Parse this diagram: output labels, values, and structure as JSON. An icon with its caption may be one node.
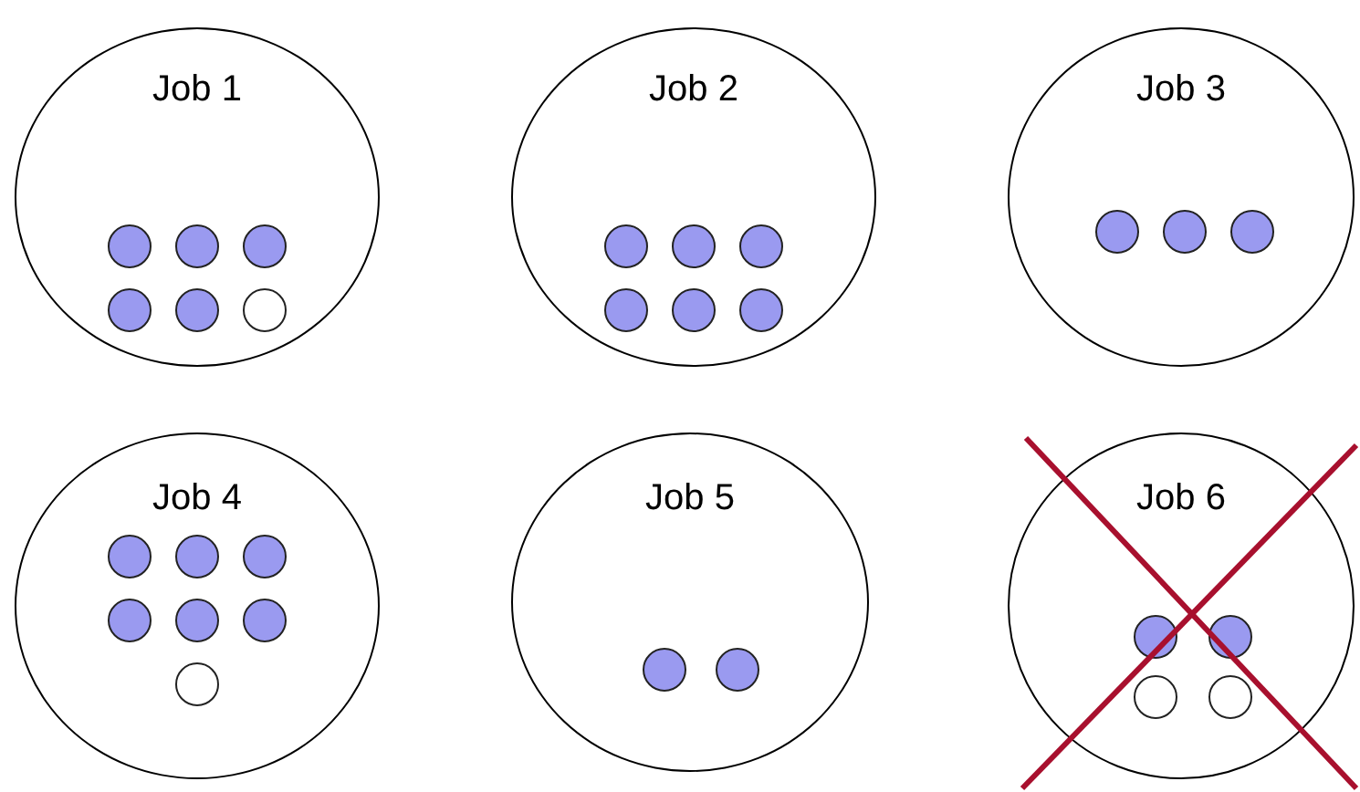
{
  "diagram": {
    "nodes": [
      {
        "text": [
          "Job 1"
        ]
      },
      {
        "text": [],
        "shape": "circle",
        "in": 0
      },
      {
        "text": [],
        "shape": "circle",
        "in": 0
      },
      {
        "text": [],
        "shape": "circle",
        "in": 0
      },
      {
        "text": [],
        "shape": "circle",
        "in": 0
      },
      {
        "text": [],
        "shape": "circle",
        "in": 0
      },
      {
        "text": [],
        "shape": "circle",
        "in": 0
      },
      {
        "text": [
          "Job 2"
        ]
      },
      {
        "text": [],
        "shape": "circle",
        "in": 7
      },
      {
        "text": [],
        "shape": "circle",
        "in": 7
      },
      {
        "text": [],
        "shape": "circle",
        "in": 7
      },
      {
        "text": [],
        "shape": "circle",
        "in": 7
      },
      {
        "text": [],
        "shape": "circle",
        "in": 7
      },
      {
        "text": [],
        "shape": "circle",
        "in": 7
      },
      {
        "text": [
          "Job 3"
        ]
      },
      {
        "text": [],
        "shape": "circle",
        "in": 14
      },
      {
        "text": [],
        "shape": "circle",
        "in": 14
      },
      {
        "text": [],
        "shape": "circle",
        "in": 14
      },
      {
        "text": [
          "Job 4"
        ]
      },
      {
        "text": [],
        "shape": "circle",
        "in": 18
      },
      {
        "text": [],
        "shape": "circle",
        "in": 18
      },
      {
        "text": [],
        "shape": "circle",
        "in": 18
      },
      {
        "text": [],
        "shape": "circle",
        "in": 18
      },
      {
        "text": [],
        "shape": "circle",
        "in": 18
      },
      {
        "text": [],
        "shape": "circle",
        "in": 18
      },
      {
        "text": [],
        "shape": "circle",
        "in": 18
      },
      {
        "text": [
          "Job 5"
        ]
      },
      {
        "text": [],
        "shape": "circle",
        "in": 26
      },
      {
        "text": [],
        "shape": "circle",
        "in": 26
      },
      {
        "text": [
          "Job 6"
        ]
      },
      {
        "text": [],
        "shape": "circle",
        "in": 29
      },
      {
        "text": [],
        "shape": "circle",
        "in": 29
      },
      {
        "text": [],
        "shape": "circle",
        "in": 29
      },
      {
        "text": [],
        "shape": "circle",
        "in": 29
      }
    ]
  }
}
